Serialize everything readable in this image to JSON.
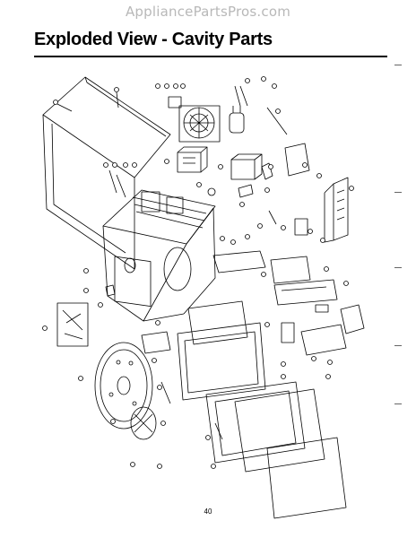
{
  "watermark": "AppliancePartsPros.com",
  "title": "Exploded View - Cavity Parts",
  "page_number": "40"
}
